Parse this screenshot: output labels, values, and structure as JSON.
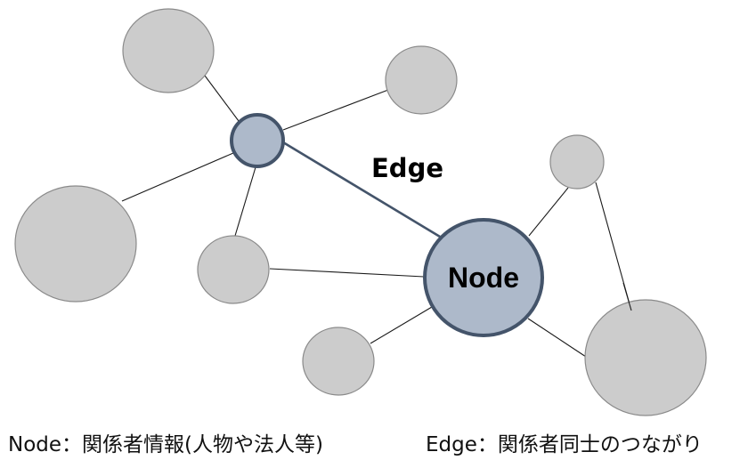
{
  "diagram": {
    "node_label": "Node",
    "edge_label": "Edge",
    "colors": {
      "plain_node_fill": "#cccccc",
      "plain_node_stroke": "#8a8a8a",
      "highlight_node_fill": "#adb9ca",
      "highlight_node_stroke": "#44546a",
      "plain_edge": "#1a1a1a",
      "highlight_edge": "#44546a"
    }
  },
  "legend": {
    "node_caption": "Node：関係者情報(人物や法人等)",
    "edge_caption": "Edge：関係者同士のつながり"
  }
}
